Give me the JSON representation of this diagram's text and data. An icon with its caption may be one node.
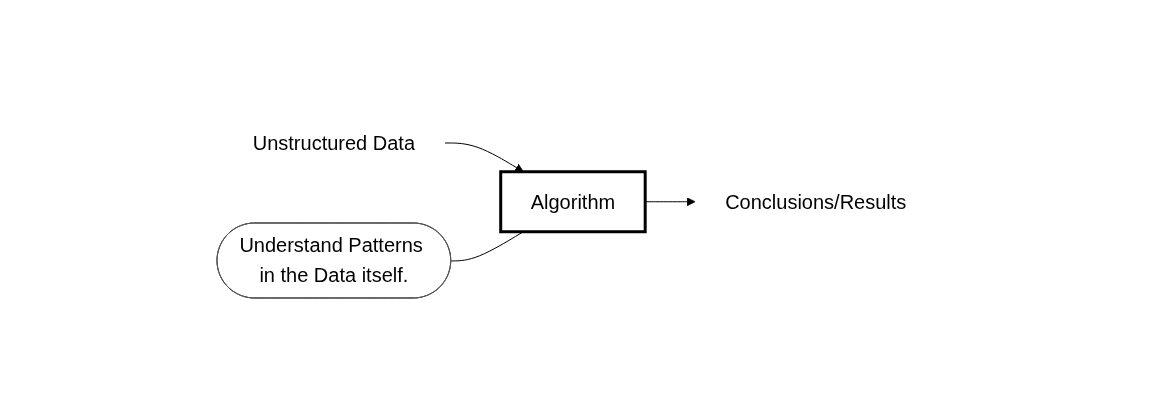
{
  "diagram": {
    "nodes": [
      {
        "text": [
          "Unstructured Data"
        ]
      },
      {
        "text": [
          "Algorithm"
        ]
      },
      {
        "text": [
          "Conclusions/Results"
        ]
      },
      {
        "text": [
          "Understand Patterns in the Data itself."
        ]
      }
    ],
    "edges": [
      {
        "from": 0,
        "to": 1,
        "arrow": "to"
      },
      {
        "from": 1,
        "to": 2,
        "arrow": "to"
      },
      {
        "from": 3,
        "to": 1,
        "arrow": "none"
      }
    ]
  }
}
